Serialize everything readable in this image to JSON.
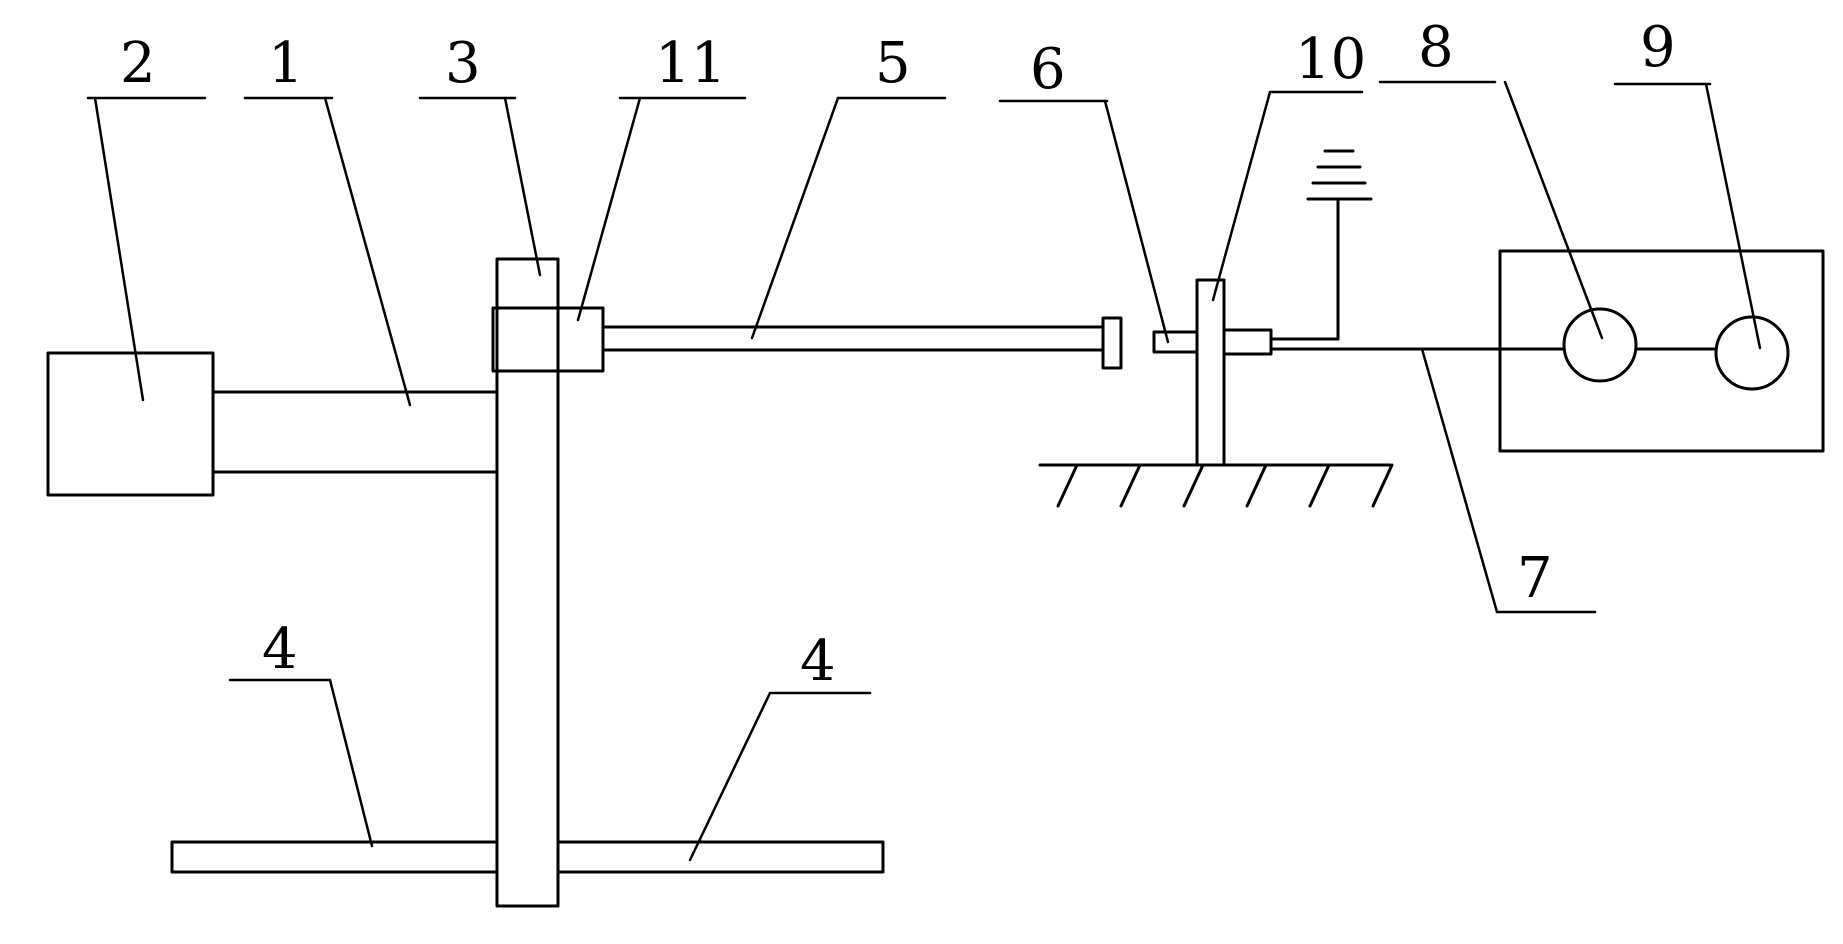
{
  "diagram": {
    "labels": {
      "part_1": "1",
      "part_2": "2",
      "part_3": "3",
      "part_4_left": "4",
      "part_4_right": "4",
      "part_5": "5",
      "part_6": "6",
      "part_7": "7",
      "part_8": "8",
      "part_9": "9",
      "part_10": "10",
      "part_11": "11"
    },
    "colors": {
      "stroke": "#000000",
      "background": "#ffffff"
    }
  }
}
